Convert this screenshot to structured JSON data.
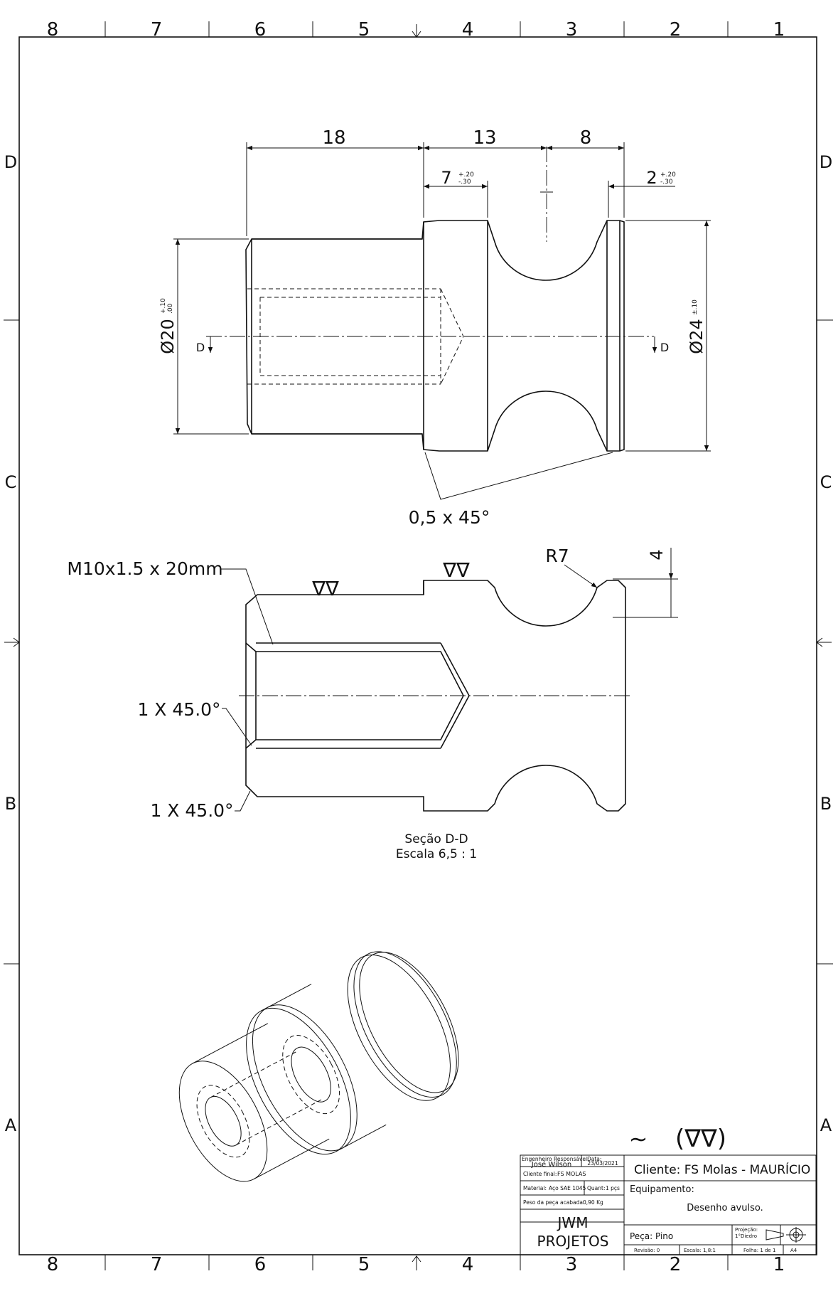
{
  "zones": {
    "columns": [
      "8",
      "7",
      "6",
      "5",
      "4",
      "3",
      "2",
      "1"
    ],
    "rows": [
      "D",
      "C",
      "B",
      "A"
    ]
  },
  "view_top": {
    "dim_18": "18",
    "dim_13": "13",
    "dim_8": "8",
    "dim_7": "7",
    "dim_7_tol_plus": "+.20",
    "dim_7_tol_minus": "-.30",
    "dim_2": "2",
    "dim_2_tol_plus": "+.20",
    "dim_2_tol_minus": "-.30",
    "dia_20": "Ø20",
    "dia_20_tol_plus": "+.10",
    "dia_20_tol_minus": ".00",
    "dia_24": "Ø24",
    "dia_24_tol": "±.10",
    "section_mark": "D",
    "chamfer_note": "0,5 x 45°"
  },
  "section_view": {
    "thread_note": "M10x1.5 x 20mm",
    "finish_symbol": "∇∇",
    "radius": "R7",
    "dim_4": "4",
    "chamfer_inner": "1 X 45.0°",
    "chamfer_outer": "1 X 45.0°",
    "title": "Seção D-D",
    "scale": "Escala 6,5 : 1"
  },
  "title_block": {
    "finish_general": "∼",
    "finish_paren": "(∇∇)",
    "engineer_label": "Engenheiro Responsável:",
    "engineer_name": "José Wilson",
    "date_label": "Data:",
    "date_value": "23/03/2021",
    "client_final_label": "Cliente final:",
    "client_final_value": "FS MOLAS",
    "material_label": "Material:",
    "material_value": "Aço SAE 1045",
    "quantity_label": "Quant:",
    "quantity_value": "1 pçs",
    "weight_label": "Peso da peça acabada:",
    "weight_value": "0,90 Kg",
    "company_line1": "JWM",
    "company_line2": "PROJETOS",
    "client": "Cliente: FS Molas - MAURÍCIO",
    "equipment_label": "Equipamento:",
    "equipment_value": "Desenho avulso.",
    "part": "Peça: Pino",
    "projection_label": "Projeção:",
    "projection_value": "1°Diedro",
    "revision": "Revisão: 0",
    "scale": "Escala: 1,8:1",
    "sheet": "Folha: 1 de 1",
    "format": "A4"
  }
}
